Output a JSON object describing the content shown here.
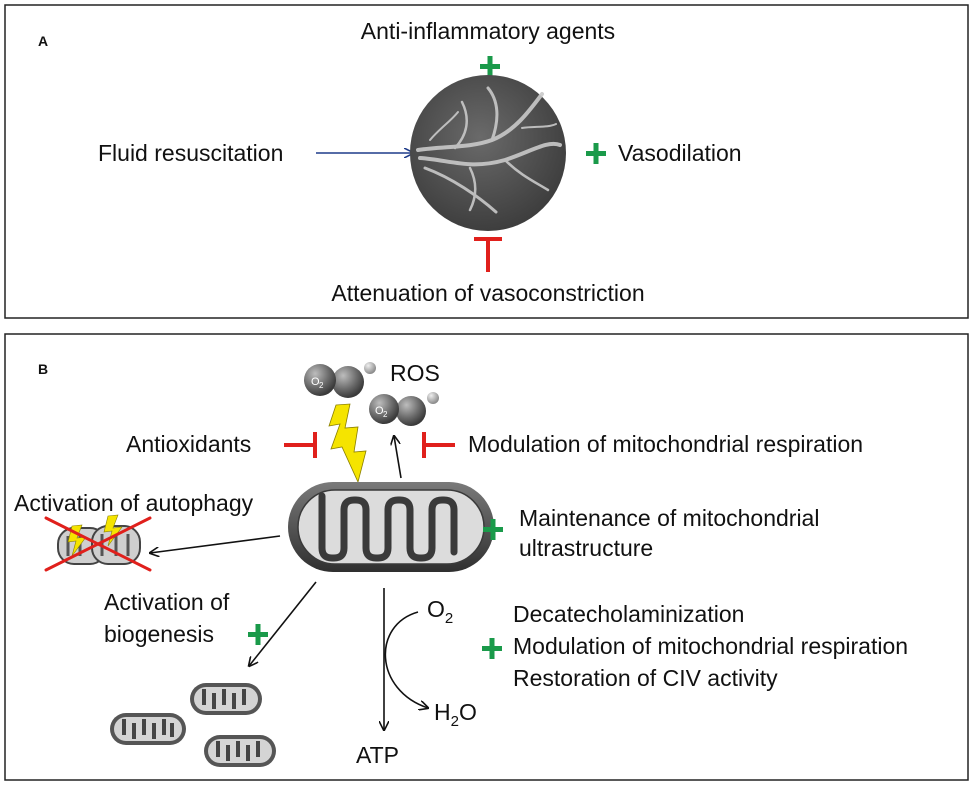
{
  "colors": {
    "plus": "#1a9a4a",
    "inhibit": "#e0201c",
    "arrow_blue": "#1f3c8a",
    "arrow_black": "#111111",
    "vessel": "#5a5a5a",
    "lightning": "#f5e400"
  },
  "panel_a": {
    "letter": "A",
    "top_label": "Anti-inflammatory agents",
    "left_label": "Fluid resuscitation",
    "right_label": "Vasodilation",
    "bottom_label": "Attenuation of vasoconstriction"
  },
  "panel_b": {
    "letter": "B",
    "ros_label": "ROS",
    "o2_molecule_label": "O",
    "o2_subscript": "2",
    "antioxidants": "Antioxidants",
    "modulation_top": "Modulation of mitochondrial respiration",
    "autophagy": "Activation of autophagy",
    "maintenance_line1": "Maintenance of mitochondrial",
    "maintenance_line2": "ultrastructure",
    "biogenesis_line1": "Activation of",
    "biogenesis_line2": "biogenesis",
    "o2_reactant": "O",
    "o2_reactant_sub": "2",
    "h2o_h": "H",
    "h2o_sub": "2",
    "h2o_o": "O",
    "atp": "ATP",
    "right_list": [
      "Decatecholaminization",
      "Modulation of mitochondrial respiration",
      "Restoration of CIV activity"
    ]
  }
}
